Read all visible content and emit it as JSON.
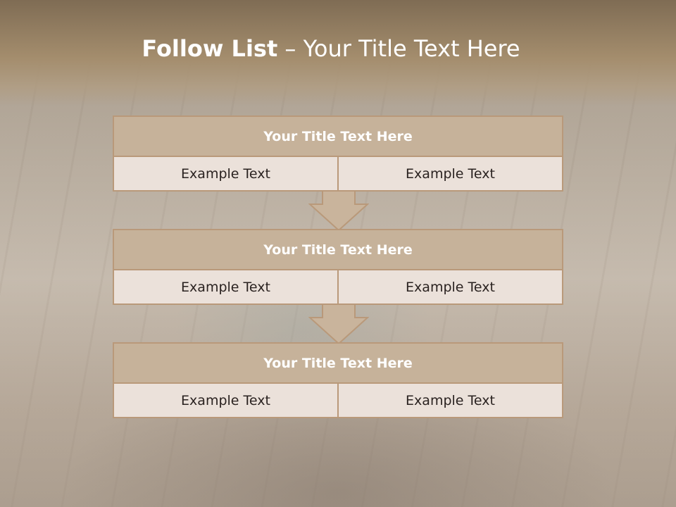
{
  "slide": {
    "title_bold": "Follow List",
    "title_rest": " – Your Title Text Here"
  },
  "blocks": [
    {
      "title": "Your Title Text Here",
      "left": "Example Text",
      "right": "Example Text"
    },
    {
      "title": "Your Title Text Here",
      "left": "Example Text",
      "right": "Example Text"
    },
    {
      "title": "Your Title Text Here",
      "left": "Example Text",
      "right": "Example Text"
    }
  ],
  "colors": {
    "header_fill": "#c6b29a",
    "cell_fill": "#ebe1da",
    "border": "#b9997a",
    "arrow_fill": "#c9b49c"
  }
}
